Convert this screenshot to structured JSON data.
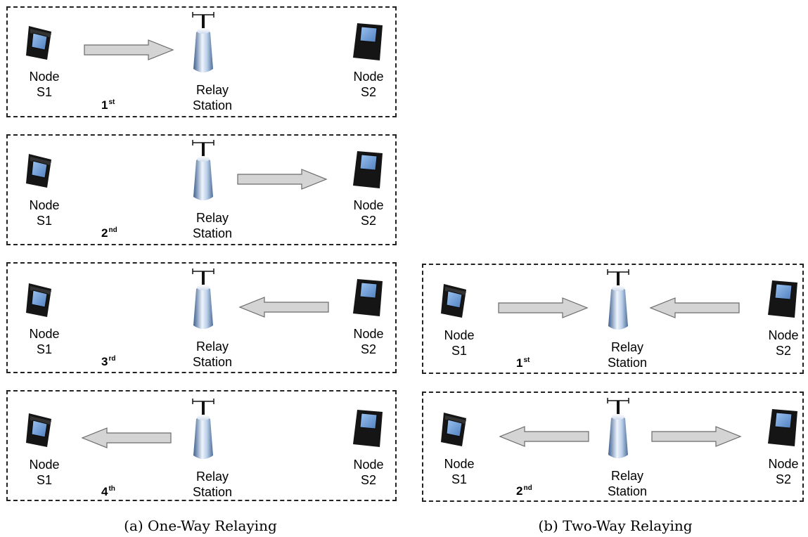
{
  "labels": {
    "node_s1": [
      "Node",
      "S1"
    ],
    "node_s2": [
      "Node",
      "S2"
    ],
    "relay": [
      "Relay",
      "Station"
    ]
  },
  "one_way": {
    "caption": "(a) One-Way Relaying",
    "steps": [
      {
        "num": "1",
        "sup": "st",
        "arrow_from": "S1",
        "arrow_to": "Relay"
      },
      {
        "num": "2",
        "sup": "nd",
        "arrow_from": "Relay",
        "arrow_to": "S2"
      },
      {
        "num": "3",
        "sup": "rd",
        "arrow_from": "S2",
        "arrow_to": "Relay"
      },
      {
        "num": "4",
        "sup": "th",
        "arrow_from": "Relay",
        "arrow_to": "S1"
      }
    ]
  },
  "two_way": {
    "caption": "(b) Two-Way Relaying",
    "steps": [
      {
        "num": "1",
        "sup": "st",
        "arrows": [
          "S1 to Relay",
          "S2 to Relay"
        ]
      },
      {
        "num": "2",
        "sup": "nd",
        "arrows": [
          "Relay to S1",
          "Relay to S2"
        ]
      }
    ]
  },
  "colors": {
    "arrow_fill": "#d4d4d4",
    "arrow_stroke": "#6a6a6a",
    "device_body": "#1b1b1b",
    "device_screen": "#6a9bd6",
    "relay_body": "#8eaed4",
    "dash_border": "#222222"
  }
}
